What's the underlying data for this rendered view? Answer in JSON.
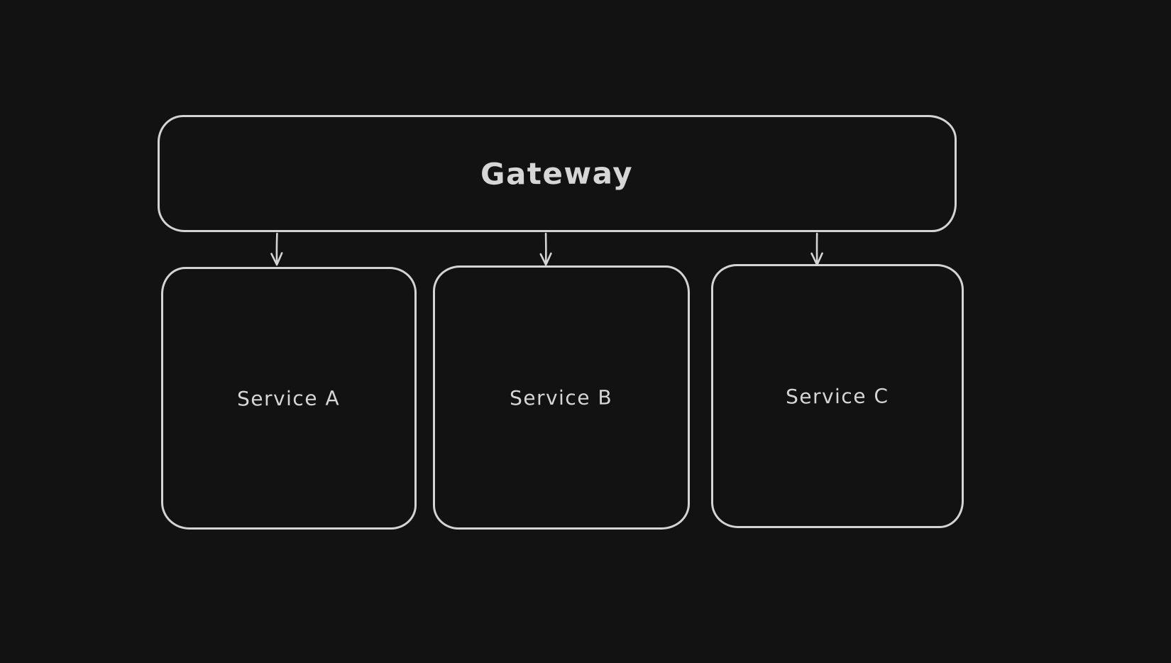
{
  "canvas": {
    "background_color": "#121212",
    "stroke_color": "#d4d4d4",
    "text_color": "#d6d6d6",
    "style": "hand-drawn-sketch"
  },
  "diagram": {
    "type": "flowchart",
    "direction": "top-down",
    "nodes": [
      {
        "id": "gateway",
        "label": "Gateway",
        "shape": "rounded-rectangle",
        "role": "root"
      },
      {
        "id": "service-a",
        "label": "Service A",
        "shape": "rounded-rectangle",
        "role": "child"
      },
      {
        "id": "service-b",
        "label": "Service B",
        "shape": "rounded-rectangle",
        "role": "child"
      },
      {
        "id": "service-c",
        "label": "Service C",
        "shape": "rounded-rectangle",
        "role": "child"
      }
    ],
    "edges": [
      {
        "from": "Gateway",
        "to": "Service A",
        "style": "open-arrowhead-down"
      },
      {
        "from": "Gateway",
        "to": "Service B",
        "style": "open-arrowhead-down"
      },
      {
        "from": "Gateway",
        "to": "Service C",
        "style": "open-arrowhead-down"
      }
    ]
  }
}
